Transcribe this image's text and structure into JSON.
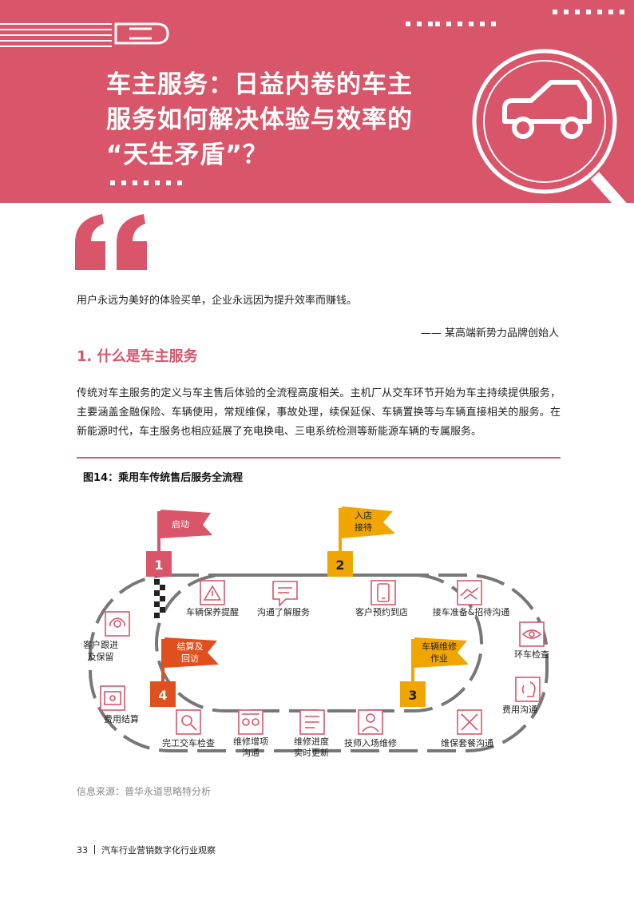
{
  "banner": {
    "title_lines": [
      "车主服务：日益内卷的车主",
      "服务如何解决体验与效率的",
      "“天生矛盾”？"
    ],
    "accent_color": "#d9566a",
    "icons": [
      "car-outline-icon",
      "car-magnifier-icon"
    ]
  },
  "quote": {
    "text": "用户永远为美好的体验买单，企业永远因为提升效率而赚钱。",
    "author": "—— 某高端新势力品牌创始人"
  },
  "section": {
    "heading": "1. 什么是车主服务",
    "body": "传统对车主服务的定义与车主售后体验的全流程高度相关。主机厂从交车环节开始为车主持续提供服务，主要涵盖金融保险、车辆使用，常规维保，事故处理，续保延保、车辆置换等与车辆直接相关的服务。在新能源时代，车主服务也相应延展了充电换电、三电系统检测等新能源车辆的专属服务。"
  },
  "figure": {
    "title": "图14：乘用车传统售后服务全流程",
    "stage_colors": {
      "pink": "#d9566a",
      "orange": "#f0a500",
      "red_orange": "#e0501e"
    },
    "flags": [
      {
        "number": "1",
        "label": [
          "启动"
        ],
        "color": "#d9566a"
      },
      {
        "number": "2",
        "label": [
          "入店",
          "接待"
        ],
        "color": "#f0a500"
      },
      {
        "number": "3",
        "label": [
          "车辆维修",
          "作业"
        ],
        "color": "#f0a500"
      },
      {
        "number": "4",
        "label": [
          "结算及",
          "回访"
        ],
        "color": "#e0501e"
      }
    ],
    "steps": [
      {
        "label": [
          "车辆保养提醒"
        ],
        "icon": "warning-triangle-icon"
      },
      {
        "label": [
          "沟通了解服务"
        ],
        "icon": "chat-bubble-icon"
      },
      {
        "label": [
          "客户预约到店"
        ],
        "icon": "phone-icon"
      },
      {
        "label": [
          "接车准备&招待沟通"
        ],
        "icon": "handshake-icon"
      },
      {
        "label": [
          "环车检查"
        ],
        "icon": "eye-icon"
      },
      {
        "label": [
          "费用沟通"
        ],
        "icon": "speaking-head-icon"
      },
      {
        "label": [
          "维保套餐沟通"
        ],
        "icon": "wrench-screwdriver-icon"
      },
      {
        "label": [
          "技师入场维修"
        ],
        "icon": "mechanic-icon"
      },
      {
        "label": [
          "维修进度",
          "实时更新"
        ],
        "icon": "progress-list-icon"
      },
      {
        "label": [
          "维修增项",
          "沟通"
        ],
        "icon": "consultation-icon"
      },
      {
        "label": [
          "完工交车检查"
        ],
        "icon": "inspection-icon"
      },
      {
        "label": [
          "费用结算"
        ],
        "icon": "cash-register-icon"
      },
      {
        "label": [
          "客户跟进",
          "及保留"
        ],
        "icon": "headset-icon"
      }
    ]
  },
  "source": "信息来源：普华永道思略特分析",
  "footer": {
    "page": "33",
    "title": "汽车行业营销数字化行业观察"
  }
}
